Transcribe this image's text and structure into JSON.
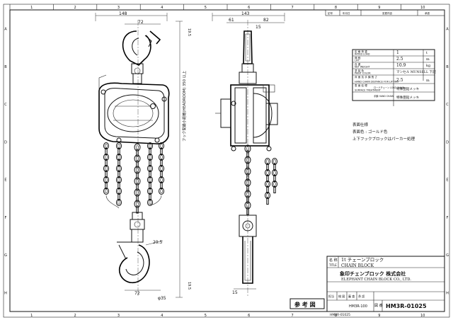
{
  "border": {
    "col_numbers": [
      "1",
      "2",
      "3",
      "4",
      "5",
      "6",
      "7",
      "8",
      "9",
      "10"
    ],
    "row_letters": [
      "A",
      "B",
      "C",
      "D",
      "E",
      "F",
      "G",
      "H"
    ]
  },
  "dimensions": {
    "front_width": "148",
    "hook_width_top": "72",
    "top_offset": "19.5",
    "headroom_label": "フック間最小距離(HEADROOM) 350 以上",
    "hook_opening": "29.5",
    "hook_width_bottom": "72",
    "hook_dia": "φ35",
    "bottom_offset": "19.5",
    "side_width": "143",
    "side_left": "61",
    "side_right": "82",
    "side_top": "15",
    "side_bottom": "15"
  },
  "spec_table": {
    "rows": [
      {
        "jp": "定 格 荷 重",
        "en": "RATED LOAD",
        "value": "1",
        "unit": "t"
      },
      {
        "jp": "揚 程",
        "en": "LIFT",
        "value": "2.5",
        "unit": "m"
      },
      {
        "jp": "自 重",
        "en": "NET WEIGHT",
        "value": "10.9",
        "unit": "kg"
      },
      {
        "jp": "塗 装 色",
        "en": "PAINT COLOR",
        "value": "マンセル MUNSELL 下記",
        "unit": ""
      },
      {
        "jp": "床 面 迄 手 鎖 長 さ",
        "en": "HAND CHAIN DISTANCE FOR LIFTING",
        "value": "2.5",
        "unit": "m"
      },
      {
        "jp": "表 面 処 理",
        "en": "SURFACE TREATMENT",
        "value": "特殊亜鉛メッキ",
        "unit": "",
        "sub": "ロードチェーン LOAD CHAIN"
      },
      {
        "jp": "",
        "en": "",
        "value": "特殊亜鉛メッキ",
        "unit": "",
        "sub": "手鎖 HAND CHAIN"
      }
    ]
  },
  "notes": {
    "title": "表面仕様",
    "line1": "表面色 : ゴールド色",
    "line2": "上下フックブロックはパーカー処理"
  },
  "title_block": {
    "name_label": "名 称",
    "title_label": "TITLE",
    "name_jp": "1t チェーンブロック",
    "name_en": "CHAIN BLOCK",
    "company_jp": "象印チェンブロック 株式会社",
    "company_en": "ELEPHANT CHAIN BLOCK CO., LTD.",
    "drawing_label": "図 番",
    "drawing_number": "HM3R-01025",
    "sub_number": "HM3R-01025",
    "model": "HM3R-100",
    "reference_stamp": "参 考 図",
    "check_cells": [
      "担当",
      "検 図",
      "審 査",
      "承 認"
    ]
  },
  "revision_table": {
    "headers": [
      "記号",
      "年月日",
      "変更内容",
      "承認"
    ]
  }
}
